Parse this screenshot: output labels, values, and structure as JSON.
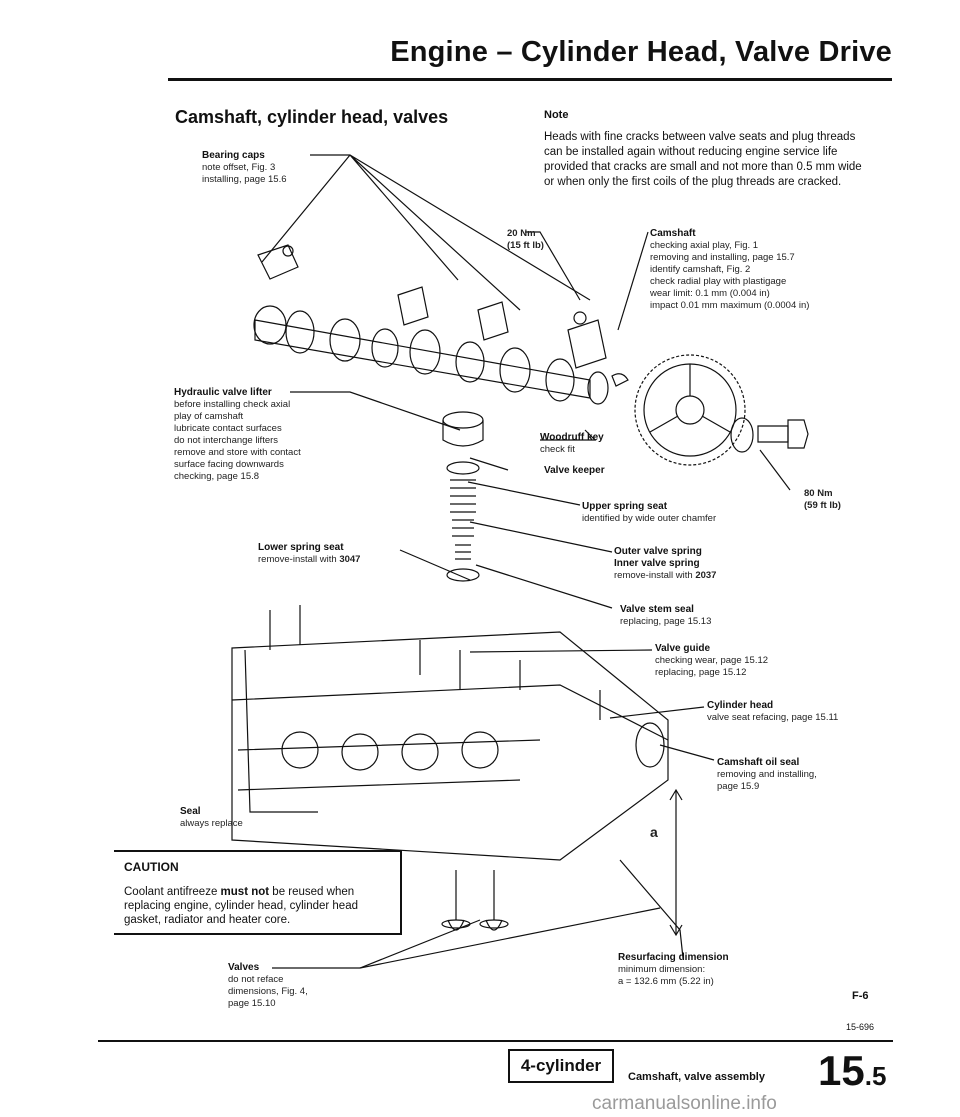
{
  "header": {
    "title": "Engine – Cylinder Head, Valve Drive"
  },
  "section_title": "Camshaft, cylinder head, valves",
  "note": {
    "heading": "Note",
    "text": "Heads with fine cracks between valve seats and plug threads can be installed again without reducing engine service life provided that cracks are small and not more than 0.5 mm wide or when only the first coils of the plug threads are cracked."
  },
  "callouts": {
    "bearing_caps": {
      "title": "Bearing caps",
      "lines": [
        "note offset, Fig. 3",
        "installing, page 15.6"
      ]
    },
    "torque_20": {
      "lines": [
        "20 Nm",
        "(15 ft lb)"
      ]
    },
    "camshaft": {
      "title": "Camshaft",
      "lines": [
        "checking axial play, Fig. 1",
        "removing and installing, page 15.7",
        "identify camshaft, Fig. 2",
        "check radial play with plastigage",
        "wear limit: 0.1 mm (0.004 in)",
        "impact 0.01 mm maximum (0.0004 in)"
      ]
    },
    "hydraulic_lifter": {
      "title": "Hydraulic valve lifter",
      "lines": [
        "before installing check axial",
        "play of camshaft",
        "lubricate contact surfaces",
        "do not interchange lifters",
        "remove and store with contact",
        "surface facing downwards",
        "checking, page 15.8"
      ]
    },
    "woodruff_key": {
      "title": "Woodruff key",
      "lines": [
        "check fit"
      ]
    },
    "valve_keeper": {
      "title": "Valve keeper"
    },
    "torque_80": {
      "lines": [
        "80 Nm",
        "(59 ft lb)"
      ]
    },
    "upper_spring_seat": {
      "title": "Upper spring seat",
      "lines": [
        "identified by wide outer chamfer"
      ]
    },
    "lower_spring_seat": {
      "title": "Lower spring seat",
      "line_prefix": "remove-install with ",
      "tool": "3047"
    },
    "valve_springs": {
      "title": "Outer valve spring",
      "title2": "Inner valve spring",
      "line_prefix": "remove-install with ",
      "tool": "2037"
    },
    "valve_stem_seal": {
      "title": "Valve stem seal",
      "lines": [
        "replacing, page 15.13"
      ]
    },
    "valve_guide": {
      "title": "Valve guide",
      "lines": [
        "checking wear, page 15.12",
        "replacing, page 15.12"
      ]
    },
    "cylinder_head": {
      "title": "Cylinder head",
      "lines": [
        "valve seat refacing, page 15.11"
      ]
    },
    "camshaft_oil_seal": {
      "title": "Camshaft oil seal",
      "lines": [
        "removing and installing,",
        "page 15.9"
      ]
    },
    "seal": {
      "title": "Seal",
      "lines": [
        "always replace"
      ]
    },
    "resurfacing": {
      "title": "Resurfacing dimension",
      "lines": [
        "minimum dimension:",
        "a = 132.6 mm (5.22 in)"
      ]
    },
    "valves": {
      "title": "Valves",
      "lines": [
        "do not reface",
        "dimensions, Fig. 4,",
        "page 15.10"
      ]
    },
    "dim_a": "a"
  },
  "caution": {
    "heading": "CAUTION",
    "text_before": "Coolant antifreeze ",
    "emphasis": "must not",
    "text_after": " be reused when replacing engine, cylinder head, cylinder head gasket, radiator and heater core."
  },
  "figure": {
    "id": "F-6",
    "number": "15-696"
  },
  "footer": {
    "badge": "4-cylinder",
    "caption": "Camshaft, valve assembly",
    "page_major": "15",
    "page_minor": ".5"
  },
  "watermark": "carmanualsonline.info"
}
